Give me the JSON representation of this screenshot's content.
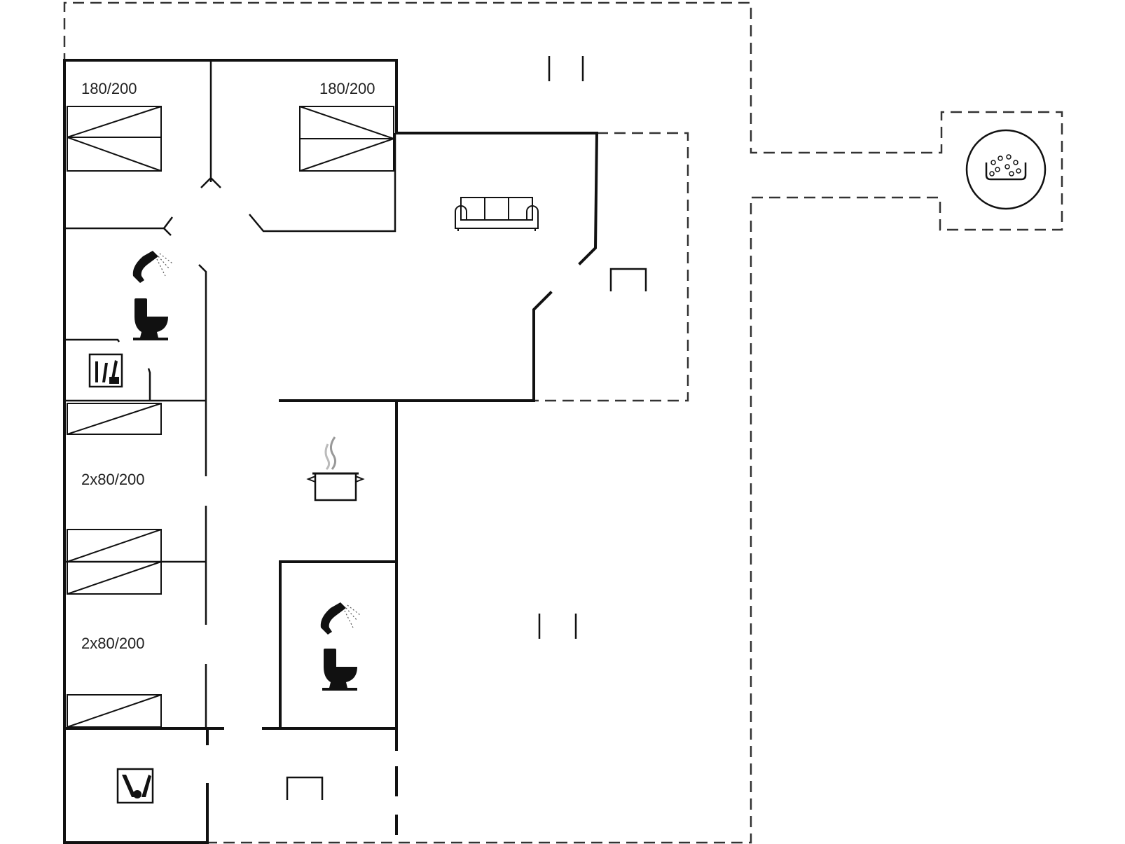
{
  "rooms": {
    "bedroom_1": {
      "bed_label": "180/200"
    },
    "bedroom_2": {
      "bed_label": "180/200"
    },
    "bedroom_3": {
      "bed_label": "2x80/200"
    },
    "bedroom_4": {
      "bed_label": "2x80/200"
    }
  },
  "icons": {
    "sofa": "sofa-icon",
    "shower": "shower-icon",
    "toilet": "toilet-icon",
    "washing_machine": "washing-machine-icon",
    "cooking_pot": "cooking-pot-icon",
    "hot_tub": "hot-tub-icon",
    "dryer": "dryer-icon",
    "table": "table-icon"
  }
}
